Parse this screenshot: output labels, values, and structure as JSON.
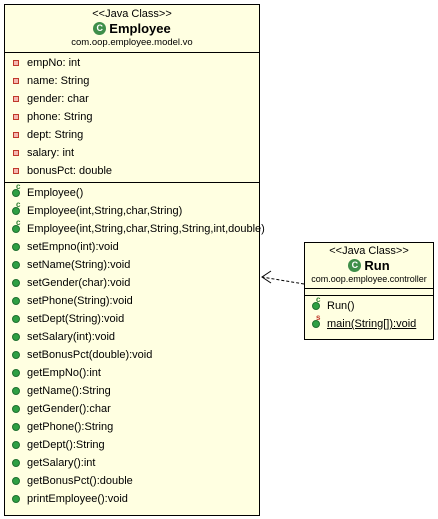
{
  "employee": {
    "stereotype": "<<Java Class>>",
    "icon": "class-c-icon",
    "name": "Employee",
    "package": "com.oop.employee.model.vo",
    "fields": [
      "empNo: int",
      "name: String",
      "gender: char",
      "phone: String",
      "dept: String",
      "salary: int",
      "bonusPct: double"
    ],
    "constructors": [
      "Employee()",
      "Employee(int,String,char,String)",
      "Employee(int,String,char,String,String,int,double)"
    ],
    "methods": [
      "setEmpno(int):void",
      "setName(String):void",
      "setGender(char):void",
      "setPhone(String):void",
      "setDept(String):void",
      "setSalary(int):void",
      "setBonusPct(double):void",
      "getEmpNo():int",
      "getName():String",
      "getGender():char",
      "getPhone():String",
      "getDept():String",
      "getSalary():int",
      "getBonusPct():double",
      "printEmployee():void"
    ]
  },
  "run": {
    "stereotype": "<<Java Class>>",
    "icon": "class-c-icon",
    "name": "Run",
    "package": "com.oop.employee.controller",
    "constructors": [
      "Run()"
    ],
    "methods": [
      "main(String[]):void"
    ]
  },
  "colors": {
    "class_fill": "#ffffe1",
    "icon_green": "#3f8f4a",
    "field_red": "#c0392b"
  }
}
